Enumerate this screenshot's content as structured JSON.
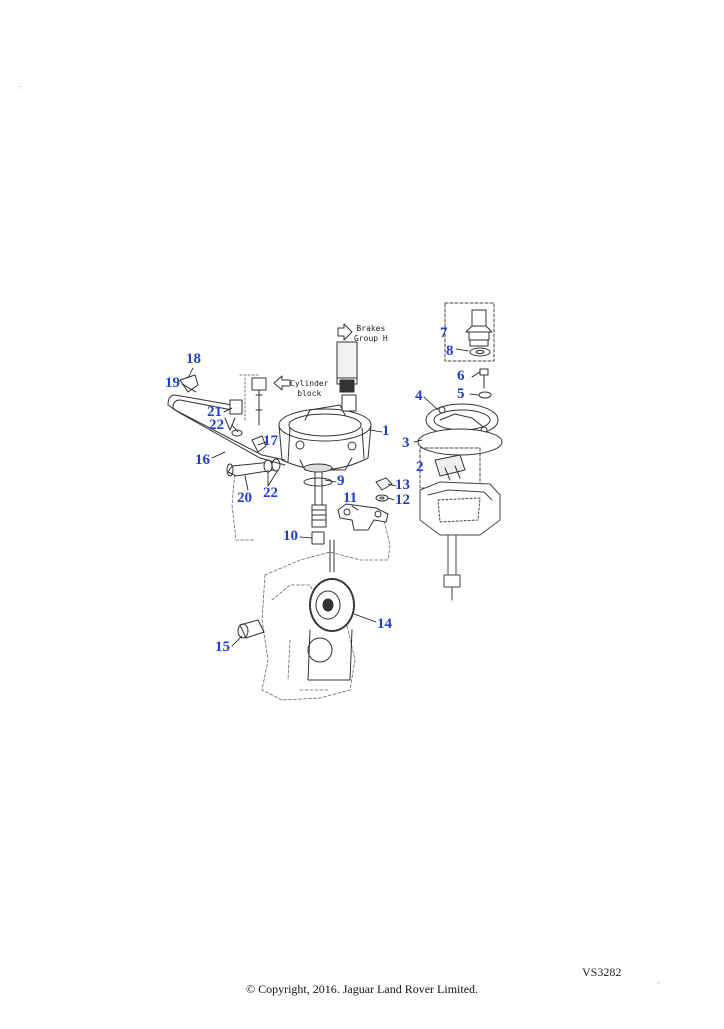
{
  "diagram": {
    "callouts": {
      "brakes": [
        "Brakes",
        "Group H"
      ],
      "cylinder": [
        "Cylinder",
        "block"
      ]
    },
    "part_numbers": [
      "18",
      "19",
      "21",
      "22",
      "16",
      "17",
      "20",
      "22",
      "1",
      "9",
      "10",
      "11",
      "13",
      "12",
      "14",
      "15",
      "7",
      "8",
      "6",
      "5",
      "4",
      "3",
      "2"
    ],
    "reference_code": "VS3282",
    "copyright": "© Copyright, 2016. Jaguar Land Rover Limited."
  }
}
